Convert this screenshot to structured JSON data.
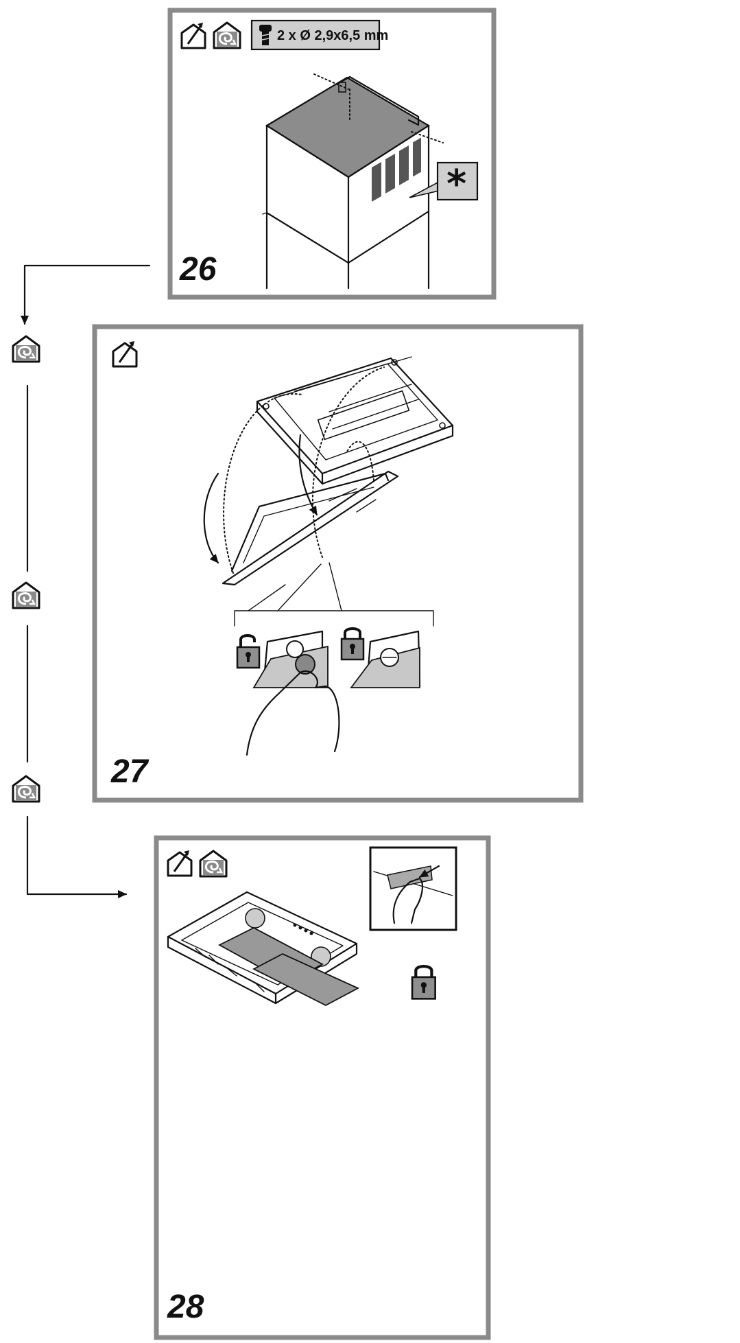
{
  "steps": [
    {
      "number": "26",
      "screw_label": "2 x  Ø 2,9x6,5 mm",
      "callout": "*"
    },
    {
      "number": "27"
    },
    {
      "number": "28"
    }
  ],
  "icons": {
    "extraction_mode": "extraction-house-icon",
    "recirculation_mode": "recirculation-house-icon",
    "screw": "screw-icon",
    "lock_open": "unlocked-padlock-icon",
    "lock_closed": "locked-padlock-icon"
  }
}
